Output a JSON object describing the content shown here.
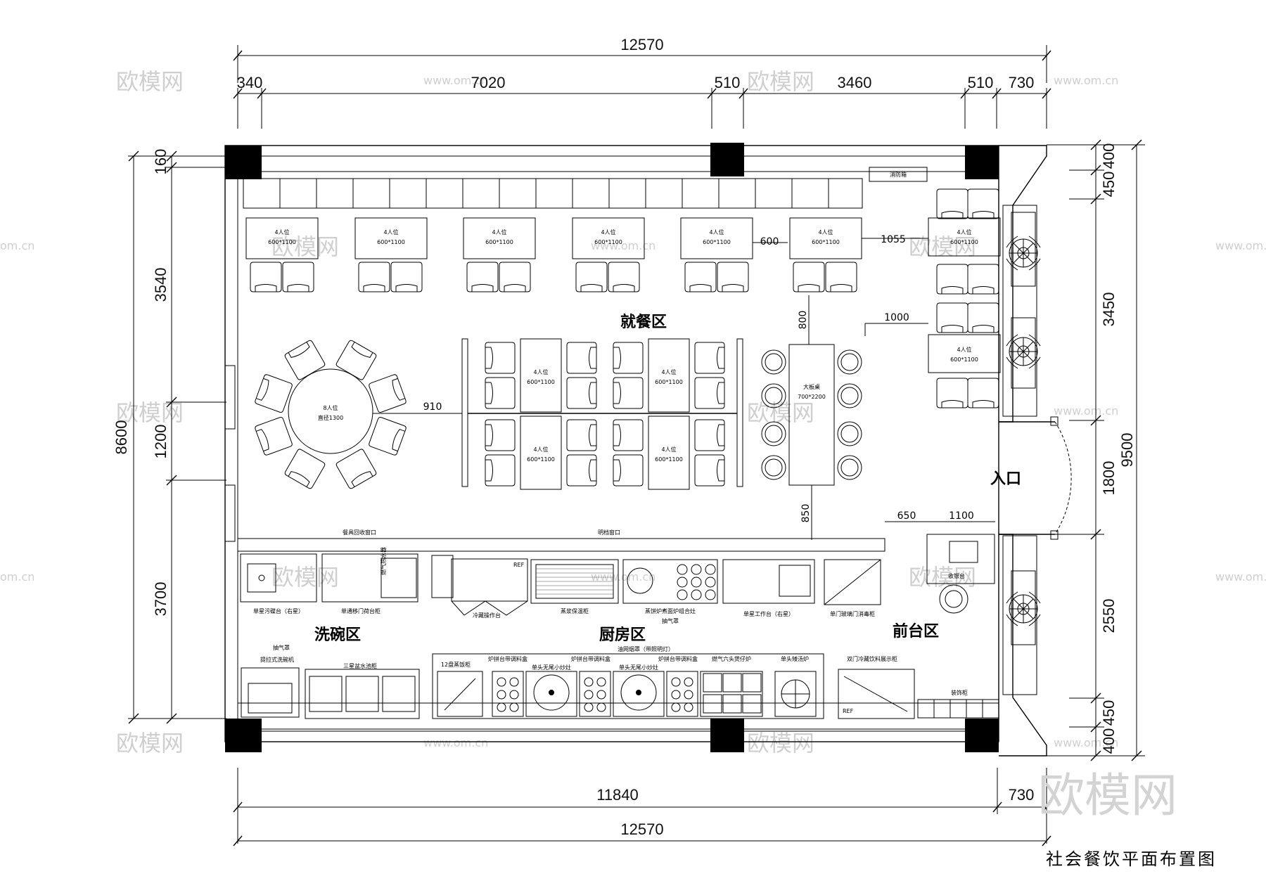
{
  "dimensions": {
    "top_total": "12570",
    "top_segments": [
      "340",
      "7020",
      "510",
      "3460",
      "510",
      "730"
    ],
    "bottom_inner": "11840",
    "bottom_right": "730",
    "bottom_total": "12570",
    "left_total": "8600",
    "left_segments": [
      "160",
      "3540",
      "1200",
      "3700"
    ],
    "right_total": "9500",
    "right_segments": [
      "400",
      "450",
      "3450",
      "1800",
      "2550",
      "450",
      "400"
    ],
    "interior": [
      "600",
      "1055",
      "800",
      "1000",
      "910",
      "850",
      "650",
      "1100"
    ]
  },
  "zones": {
    "dining": "就餐区",
    "kitchen": "厨房区",
    "dishwash": "洗碗区",
    "front_desk": "前台区",
    "entrance": "入口"
  },
  "tables": {
    "four_seat_label": "4人位",
    "four_seat_size": "600*1100",
    "round_label": "8人位",
    "round_size": "直径1300",
    "long_label": "大板桌",
    "long_size": "700*2200"
  },
  "equipment": {
    "fire_cabinet": "消防箱",
    "tableware_window": "餐具回收窗口",
    "open_window": "明档窗口",
    "sink_single": "单星污碟台（右星）",
    "single_door_cabinet": "单通移门荷台柜",
    "gas_heater": "燃气热水器",
    "cold_station": "冷藏操作台",
    "warm_cabinet": "蒸浆保温柜",
    "steamer_combo": "蒸饼炉煮面炉组合灶",
    "hood_1": "抽气罩",
    "sink_work": "单星工作台（右星）",
    "glass_cabinet": "单门玻璃门消毒柜",
    "cashier": "收银台",
    "hood_2": "抽气罩",
    "dishwasher": "提拉式洗碗机",
    "triple_sink": "三星盆水池柜",
    "steam_cabinet": "12盘蒸饭柜",
    "stove_box_1": "炉拼台带调料盒",
    "wok_1": "单头无尾小炒灶",
    "stove_box_2": "炉拼台带调料盒",
    "wok_2": "单头无尾小炒灶",
    "stove_box_3": "炉拼台带调料盒",
    "hood_main": "油网烟罩（带照明灯）",
    "six_burner": "燃气六头煲仔炉",
    "soup_stove": "单头矮汤炉",
    "display_fridge": "双门冷藏饮料展示柜",
    "deco_cabinet": "装饰柜",
    "ref": "REF"
  },
  "footer": {
    "title": "社会餐饮平面布置图"
  },
  "watermarks": {
    "brand": "欧模网",
    "url": "www.om.cn",
    "url_short": "om.cn"
  }
}
